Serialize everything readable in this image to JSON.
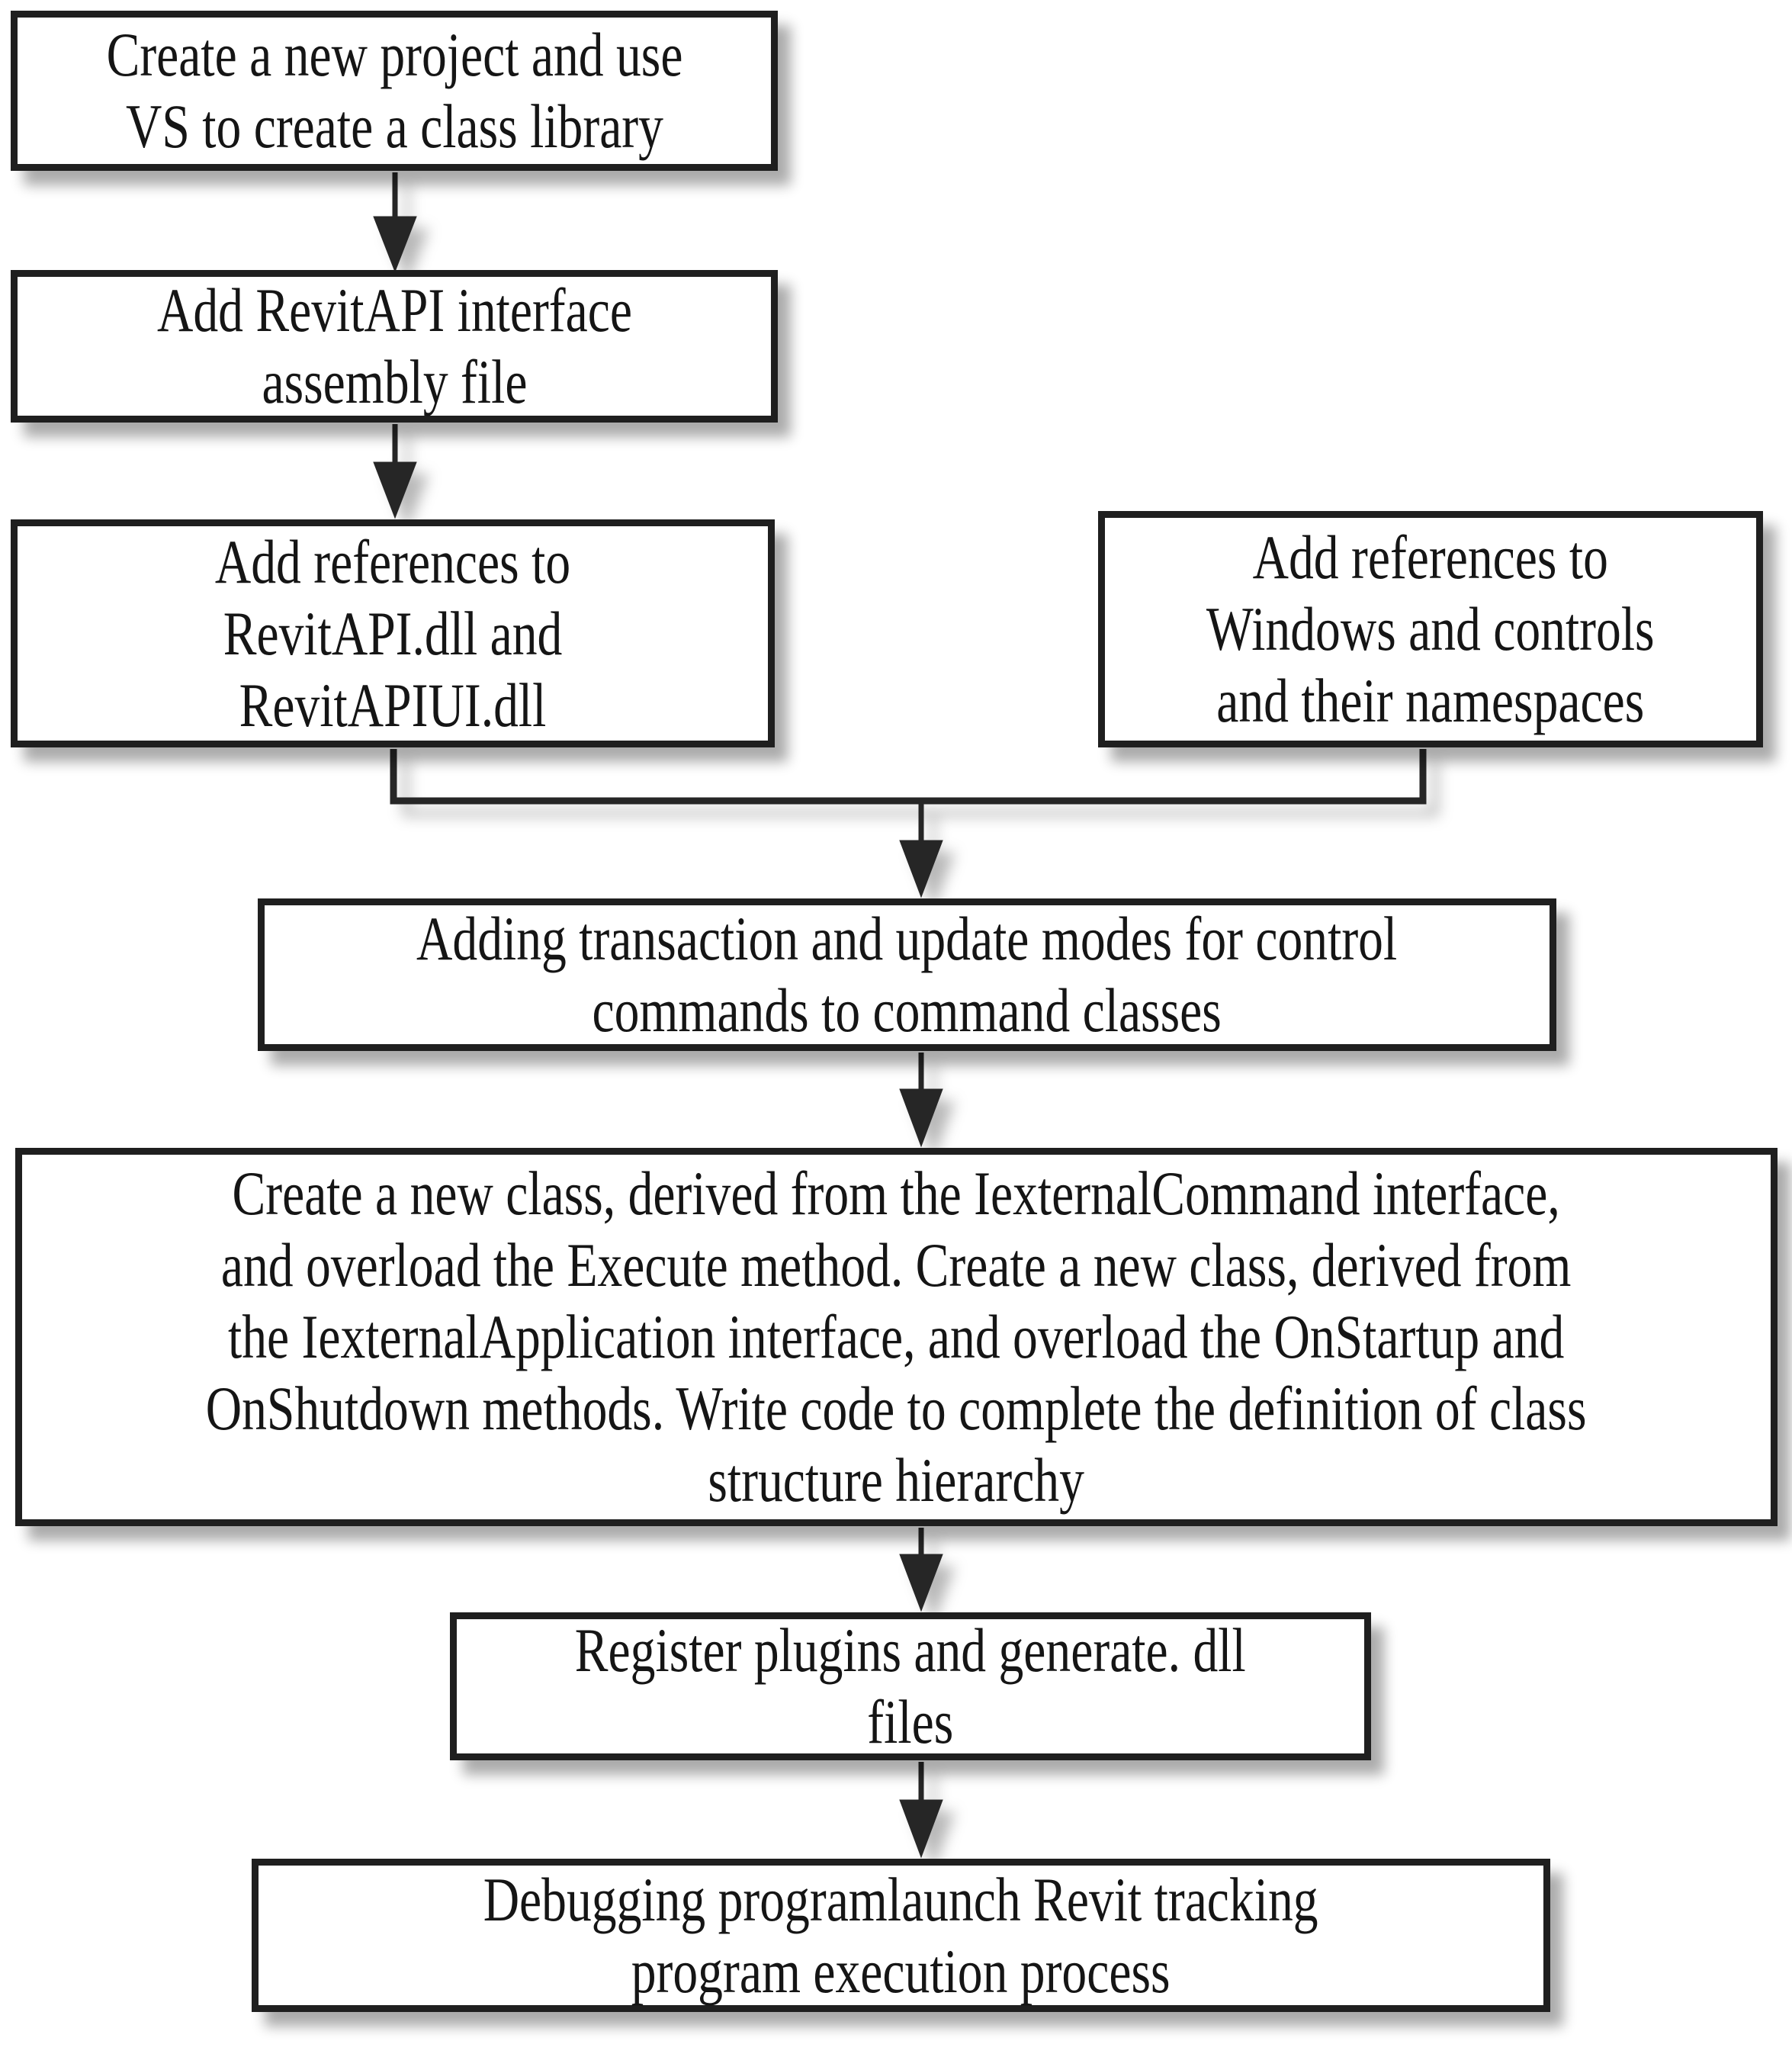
{
  "flowchart": {
    "type": "flowchart",
    "boxes": [
      {
        "id": "create-project",
        "label": "Create a new project and use\nVS to create a class library"
      },
      {
        "id": "add-api-interface",
        "label": "Add RevitAPI interface\nassembly file"
      },
      {
        "id": "add-refs-dll",
        "label": "Add references to\nRevitAPI.dll and\nRevitAPIUI.dll"
      },
      {
        "id": "add-refs-windows",
        "label": "Add references to\nWindows and controls\nand their namespaces"
      },
      {
        "id": "adding-transaction",
        "label": "Adding transaction and update modes for control\ncommands to command classes"
      },
      {
        "id": "create-class",
        "label": "Create a new class, derived from the IexternalCommand interface,\nand overload the Execute method. Create a new class, derived from\nthe IexternalApplication interface, and overload the OnStartup and\nOnShutdown methods. Write code to complete the definition of class\nstructure hierarchy"
      },
      {
        "id": "register-plugins",
        "label": "Register plugins and generate. dll\nfiles"
      },
      {
        "id": "debugging",
        "label": "Debugging programlaunch Revit tracking\nprogram execution process"
      }
    ],
    "edges": [
      {
        "from": "create-project",
        "to": "add-api-interface"
      },
      {
        "from": "add-api-interface",
        "to": "add-refs-dll"
      },
      {
        "from": "add-refs-dll",
        "to": "adding-transaction"
      },
      {
        "from": "add-refs-windows",
        "to": "adding-transaction"
      },
      {
        "from": "adding-transaction",
        "to": "create-class"
      },
      {
        "from": "create-class",
        "to": "register-plugins"
      },
      {
        "from": "register-plugins",
        "to": "debugging"
      }
    ],
    "colors": {
      "background": "#ffffff",
      "box_fill": "#ffffff",
      "border": "#1f1f1f",
      "text": "#151515",
      "connector": "#262626",
      "shadow": "rgba(0,0,0,0.33)"
    }
  }
}
